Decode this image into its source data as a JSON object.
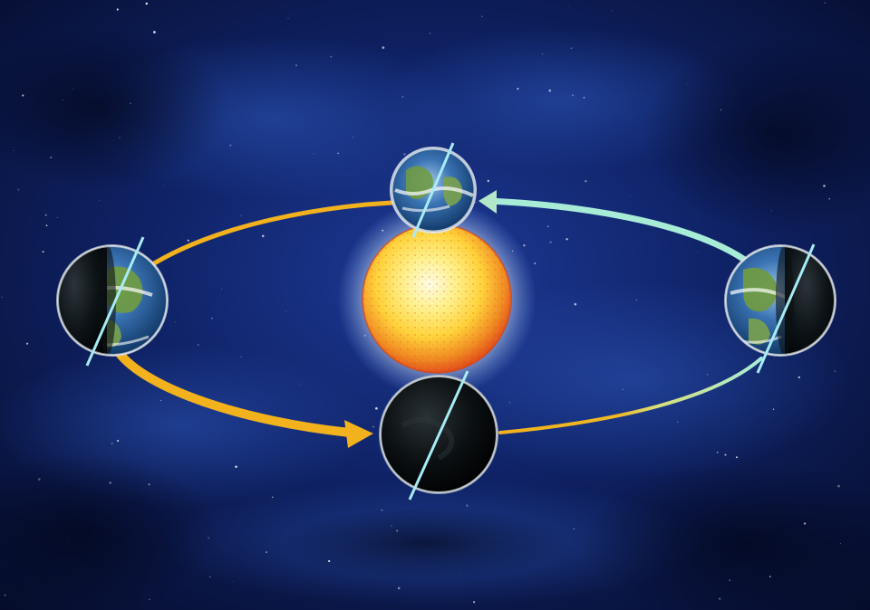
{
  "diagram": {
    "subject": "earth-orbit-around-sun",
    "background": "night-sky",
    "colors": {
      "sky_dark": "#050c2a",
      "sky_mid": "#0f2266",
      "sky_light": "#1e3a96",
      "orbit_warm": "#f2b21e",
      "orbit_cool": "#a8ecd8",
      "axis_line": "#a6ecf4",
      "sun_core": "#fffbe6",
      "sun_mid": "#ffd23a",
      "sun_edge": "#e2501a",
      "earth_ocean": "#1e4f8a",
      "earth_land": "#6f9a45",
      "earth_night": "#05080a"
    },
    "sun": {
      "label": "",
      "icon": "sun-icon"
    },
    "earth_positions": [
      {
        "id": "top",
        "icon": "earth-icon",
        "lit_fraction": 1.0
      },
      {
        "id": "left",
        "icon": "earth-icon",
        "lit_fraction": 0.55
      },
      {
        "id": "bottom",
        "icon": "earth-icon",
        "lit_fraction": 0.0
      },
      {
        "id": "right",
        "icon": "earth-icon",
        "lit_fraction": 0.45
      }
    ],
    "orbit": {
      "direction": "counter-clockwise",
      "arrows": 2
    }
  }
}
